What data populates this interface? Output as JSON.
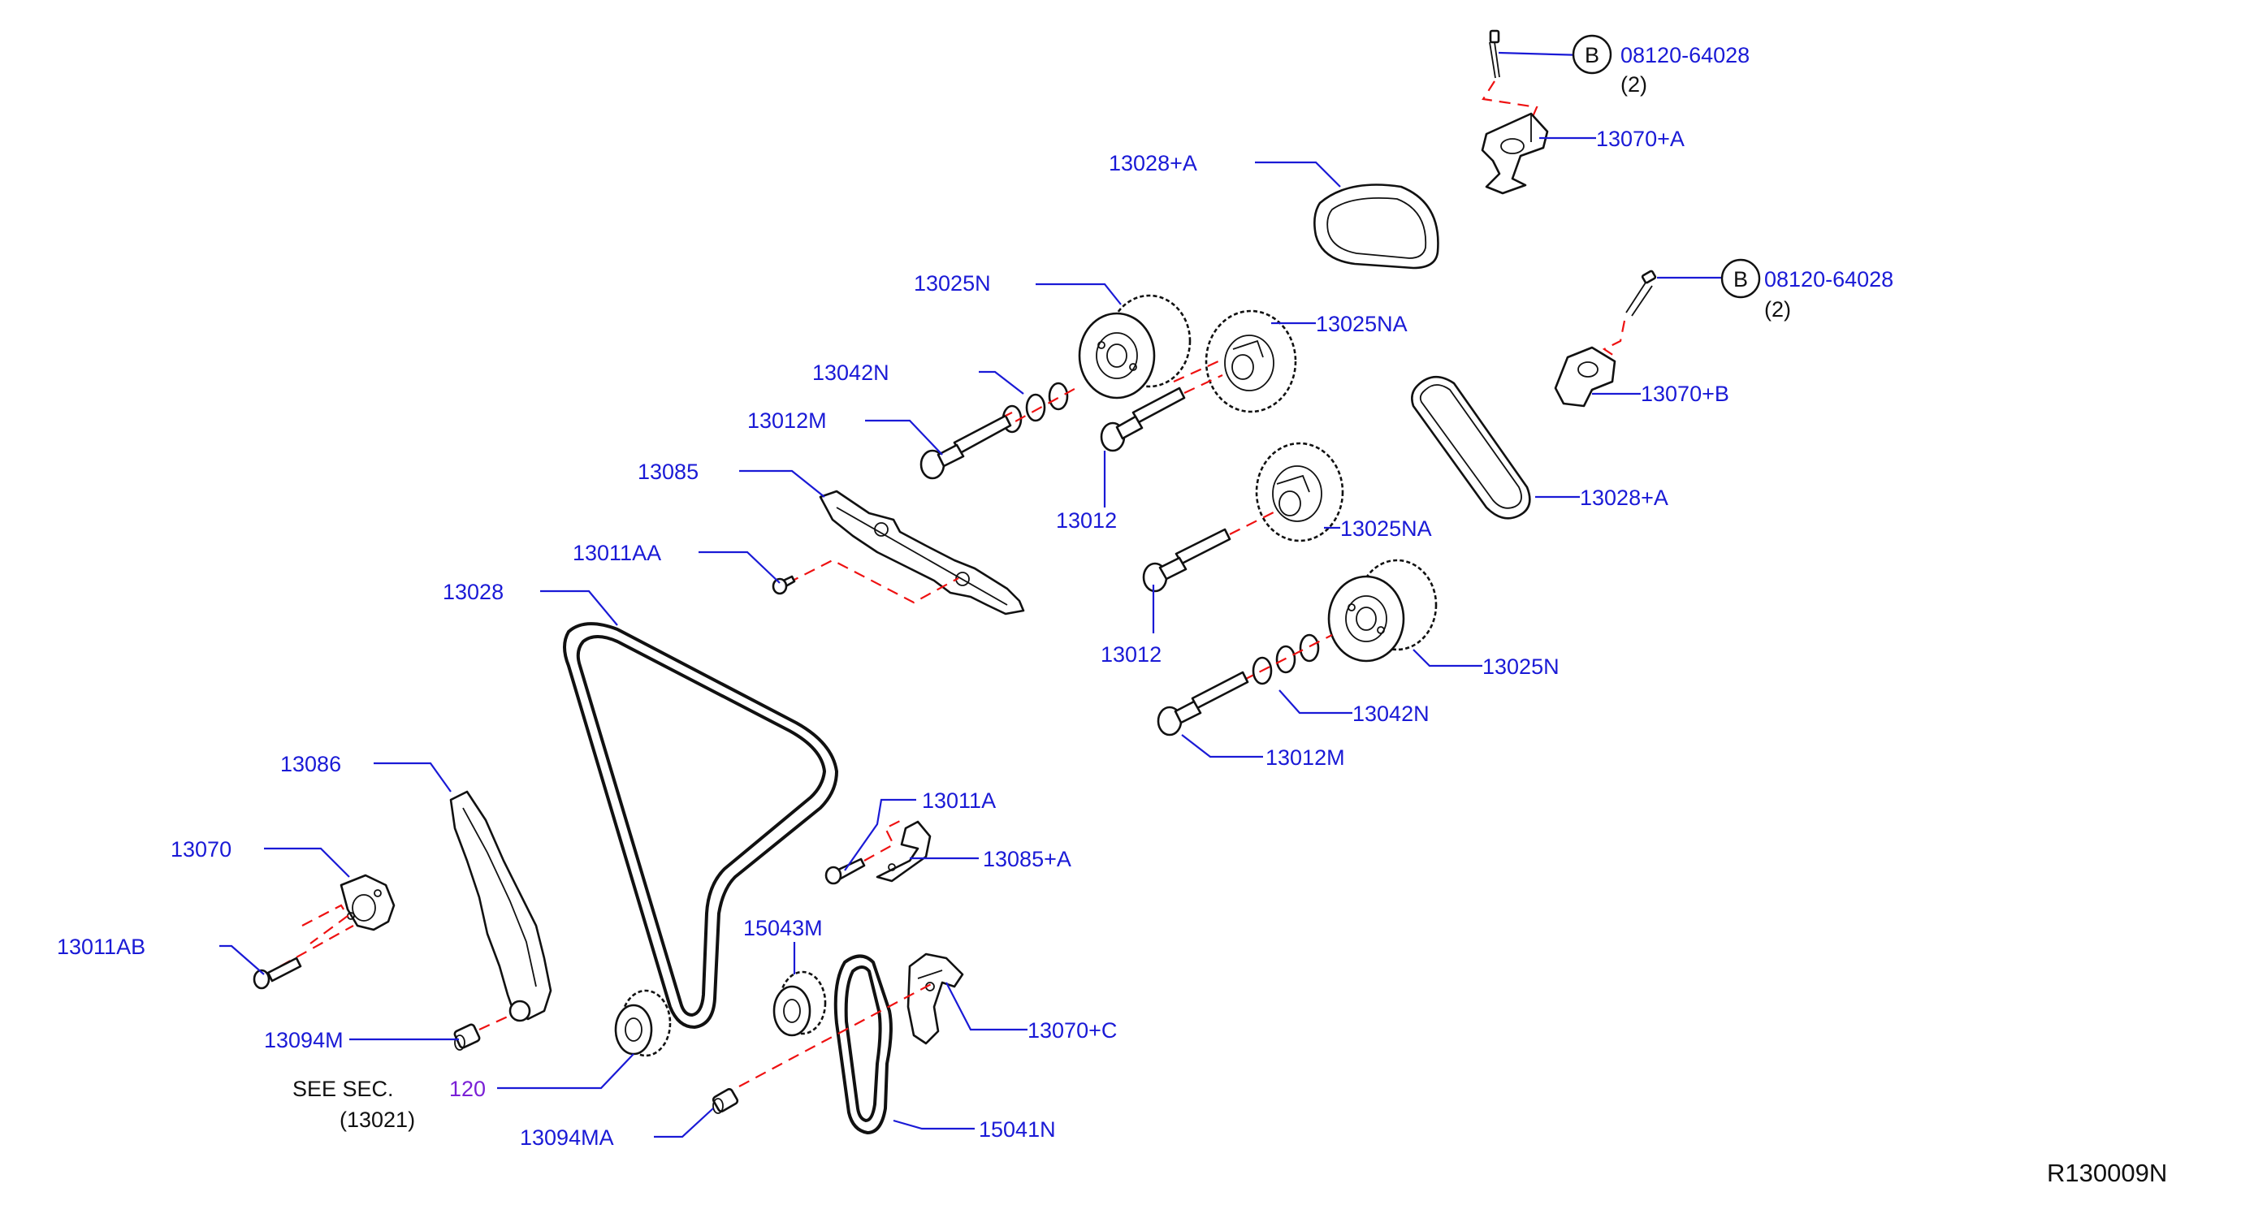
{
  "callouts": {
    "c1": "08120-64028",
    "c1_qty": "(2)",
    "c2": "13070+A",
    "c3": "13028+A",
    "c4": "13025N",
    "c5": "13025NA",
    "c6": "08120-64028",
    "c6_qty": "(2)",
    "c7": "13042N",
    "c8": "13070+B",
    "c9": "13012M",
    "c10": "13085",
    "c11": "13012",
    "c12": "13028+A",
    "c13": "13011AA",
    "c14": "13025NA",
    "c15": "13028",
    "c16": "13012",
    "c17": "13025N",
    "c18": "13042N",
    "c19": "13012M",
    "c20": "13086",
    "c21": "13011A",
    "c22": "13070",
    "c23": "13085+A",
    "c24": "13011AB",
    "c25": "15043M",
    "c26": "13094M",
    "c27": "13070+C",
    "c28": "120",
    "c29": "13094MA",
    "c30": "15041N"
  },
  "bolt_symbol": "B",
  "see_sec": {
    "line1": "SEE   SEC.",
    "line2": "(13021)"
  },
  "figure_id": "R130009N",
  "colors": {
    "label": "#1a1ad6",
    "leader": "#1a1ad6",
    "centerline": "#e11111",
    "line_art": "#111111",
    "ref_link": "#7a1fd6"
  }
}
